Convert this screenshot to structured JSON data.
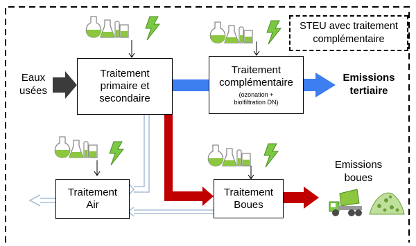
{
  "legend": {
    "line1": "STEU avec traitement",
    "line2": "complémentaire"
  },
  "input": {
    "line1": "Eaux",
    "line2": "usées"
  },
  "primary": {
    "line1": "Traitement",
    "line2": "primaire et",
    "line3": "secondaire"
  },
  "complementary": {
    "line1": "Traitement",
    "line2": "complémentaire",
    "note1": "(ozonation +",
    "note2": "biolfiltration DN)"
  },
  "output_tertiary": {
    "line1": "Emissions",
    "line2": "tertiaire"
  },
  "air": {
    "line1": "Traitement",
    "line2": "Air"
  },
  "sludge": {
    "line1": "Traitement",
    "line2": "Boues"
  },
  "output_sludge": {
    "line1": "Emissions",
    "line2": "boues"
  },
  "icons": [
    "lab-flasks-icon",
    "lightning-bolt-icon",
    "dump-truck-icon",
    "sludge-pile-icon"
  ],
  "colors": {
    "water_flow": "#3d7ef0",
    "sludge_flow": "#c00000",
    "input_arrow": "#3b3b3b",
    "air_flow": "#a9bfd8",
    "energy": "#7ac943",
    "flask_liquid": "#8dc63f"
  }
}
